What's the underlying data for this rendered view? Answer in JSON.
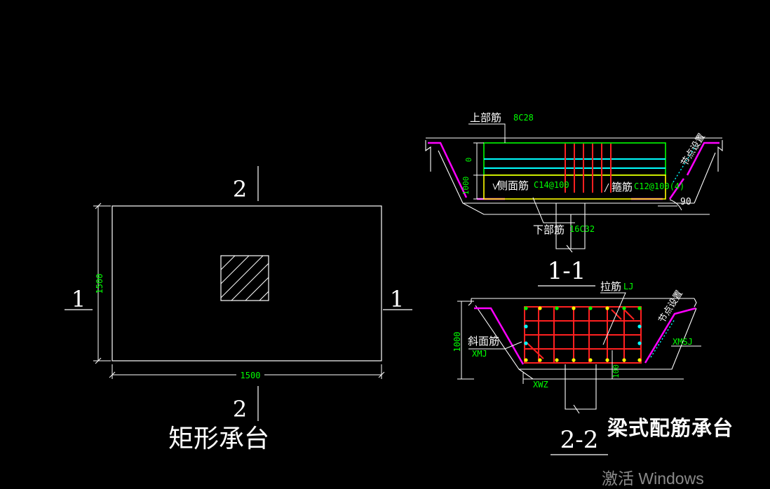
{
  "plan": {
    "title": "矩形承台",
    "dim_width": "1500",
    "dim_height": "1500",
    "section_mark_1": "1",
    "section_mark_2": "2"
  },
  "section_1_1": {
    "label": "1-1",
    "node_setting": "节点设置",
    "top_bar_label": "上部筋",
    "top_bar_value": "8C28",
    "side_bar_label": "侧面筋",
    "side_bar_value": "C14@100",
    "stirrup_label": "箍筋",
    "stirrup_value": "C12@100(4)",
    "bottom_bar_label": "下部筋",
    "bottom_bar_value": "16C32",
    "dim_zero": "0",
    "dim_depth": "1000",
    "angle": "90"
  },
  "section_2_2": {
    "label": "2-2",
    "node_setting": "节点设置",
    "tie_label": "拉筋",
    "tie_value": "LJ",
    "slope_label": "斜面筋",
    "slope_value": "XMJ",
    "xmsj": "XMSJ",
    "xwz": "XWZ",
    "dim_depth": "1000",
    "dim_small": "100"
  },
  "overlay_title": "梁式配筋承台",
  "watermark": "激活 Windows",
  "colors": {
    "background": "#000000",
    "line": "#ffffff",
    "dim_text": "#00ff00",
    "green_bar": "#00ff00",
    "cyan_bar": "#00ffff",
    "red_bar": "#ff2020",
    "yellow_bar": "#ffff00",
    "magenta": "#ff00ff"
  }
}
